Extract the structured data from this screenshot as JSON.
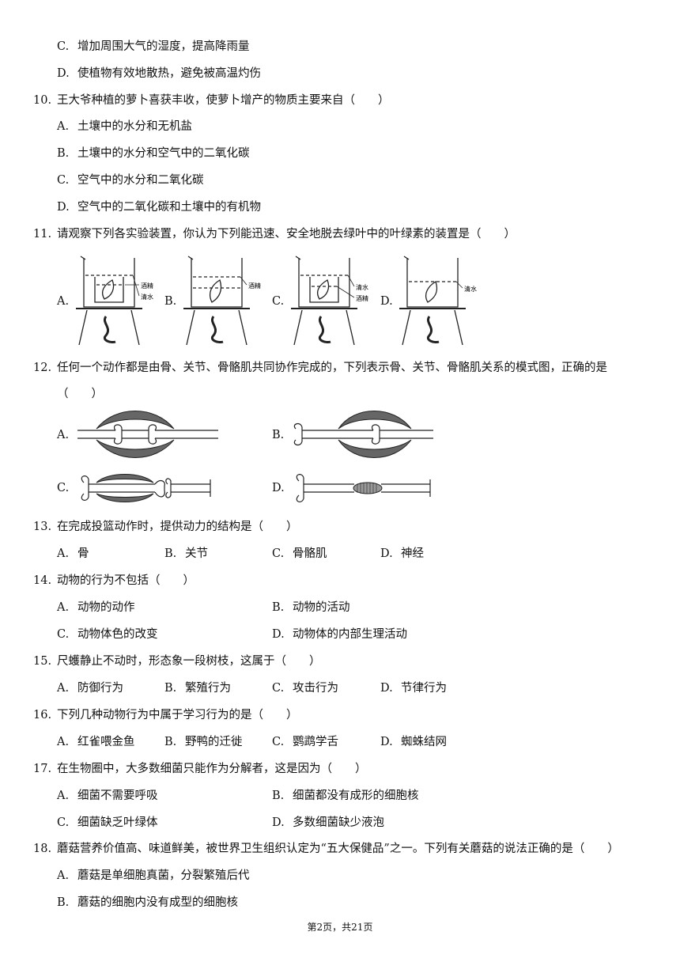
{
  "q9_tail": {
    "C": "增加周围大气的湿度，提高降雨量",
    "D": "使植物有效地散热，避免被高温灼伤"
  },
  "q10": {
    "num": "10.",
    "stem": "王大爷种植的萝卜喜获丰收，使萝卜增产的物质主要来自（　　）",
    "A": "土壤中的水分和无机盐",
    "B": "土壤中的水分和空气中的二氧化碳",
    "C": "空气中的水分和二氧化碳",
    "D": "空气中的二氧化碳和土壤中的有机物"
  },
  "q11": {
    "num": "11.",
    "stem": "请观察下列各实验装置，你认为下列能迅速、安全地脱去绿叶中的叶绿素的装置是（　　）",
    "labels": [
      "A.",
      "B.",
      "C.",
      "D."
    ],
    "liquids": {
      "jiujing": "酒精",
      "qingshui": "清水"
    }
  },
  "q12": {
    "num": "12.",
    "stem": "任何一个动作都是由骨、关节、骨骼肌共同协作完成的，下列表示骨、关节、骨骼肌关系的模式图，正确的是",
    "stem2": "（　　）",
    "labels": [
      "A.",
      "B.",
      "C.",
      "D."
    ]
  },
  "q13": {
    "num": "13.",
    "stem": "在完成投篮动作时，提供动力的结构是（　　）",
    "A": "骨",
    "B": "关节",
    "C": "骨骼肌",
    "D": "神经"
  },
  "q14": {
    "num": "14.",
    "stem": "动物的行为不包括（　　）",
    "A": "动物的动作",
    "B": "动物的活动",
    "C": "动物体色的改变",
    "D": "动物体的内部生理活动"
  },
  "q15": {
    "num": "15.",
    "stem": "尺蠖静止不动时，形态象一段树枝，这属于（　　）",
    "A": "防御行为",
    "B": "繁殖行为",
    "C": "攻击行为",
    "D": "节律行为"
  },
  "q16": {
    "num": "16.",
    "stem": "下列几种动物行为中属于学习行为的是（　　）",
    "A": "红雀喂金鱼",
    "B": "野鸭的迁徙",
    "C": "鹦鹉学舌",
    "D": "蜘蛛结网"
  },
  "q17": {
    "num": "17.",
    "stem": "在生物圈中，大多数细菌只能作为分解者，这是因为（　　）",
    "A": "细菌不需要呼吸",
    "B": "细菌都没有成形的细胞核",
    "C": "细菌缺乏叶绿体",
    "D": "多数细菌缺少液泡"
  },
  "q18": {
    "num": "18.",
    "stem": "蘑菇营养价值高、味道鲜美，被世界卫生组织认定为“五大保健品”之一。下列有关蘑菇的说法正确的是（　　）",
    "A": "蘑菇是单细胞真菌，分裂繁殖后代",
    "B": "蘑菇的细胞内没有成型的细胞核"
  },
  "letters": {
    "A": "A.",
    "B": "B.",
    "C": "C.",
    "D": "D."
  },
  "footer": "第2页，共21页"
}
